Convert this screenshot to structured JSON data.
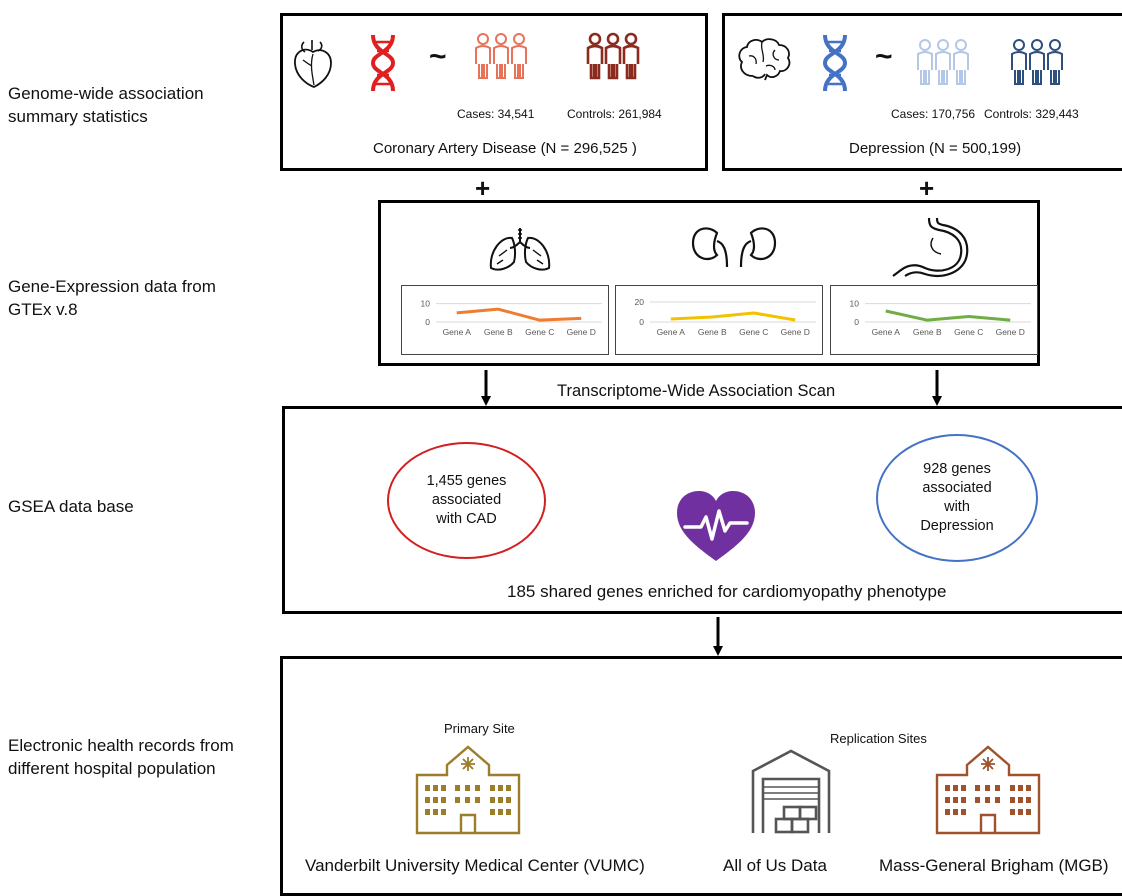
{
  "row_labels": {
    "gwas": "Genome-wide association\nsummary statistics",
    "expression": "Gene-Expression data from\nGTEx v.8",
    "gsea": "GSEA data base",
    "ehr": "Electronic health records from\ndifferent hospital population"
  },
  "cad": {
    "cases": "Cases: 34,541",
    "controls": "Controls: 261,984",
    "title": "Coronary Artery Disease (N = 296,525 )"
  },
  "depression": {
    "cases": "Cases: 170,756",
    "controls": "Controls: 329,443",
    "title": "Depression   (N = 500,199)"
  },
  "tilde": "~",
  "plus": "+",
  "scan_label": "Transcriptome-Wide Association Scan",
  "gsea": {
    "cad_genes": "1,455 genes\nassociated\nwith CAD",
    "dep_genes": "928 genes\nassociated\nwith\nDepression",
    "shared": "185 shared genes enriched for cardiomyopathy phenotype"
  },
  "ehr": {
    "primary_label": "Primary Site",
    "replication_label": "Replication Sites",
    "vumc": "Vanderbilt University  Medical Center (VUMC)",
    "aou": "All of Us Data",
    "mgb": "Mass-General Brigham (MGB)"
  },
  "chart_data": [
    {
      "type": "line",
      "categories": [
        "Gene A",
        "Gene B",
        "Gene C",
        "Gene D"
      ],
      "series": [
        {
          "values": [
            5,
            7,
            1,
            2
          ],
          "color": "#ed7d31"
        }
      ],
      "yticks": [
        0,
        10
      ],
      "ylim": [
        0,
        12
      ],
      "grid": true
    },
    {
      "type": "line",
      "categories": [
        "Gene A",
        "Gene B",
        "Gene C",
        "Gene D"
      ],
      "series": [
        {
          "values": [
            3,
            5,
            9,
            2
          ],
          "color": "#f2c200"
        }
      ],
      "yticks": [
        0,
        20
      ],
      "ylim": [
        0,
        22
      ],
      "grid": true
    },
    {
      "type": "line",
      "categories": [
        "Gene A",
        "Gene B",
        "Gene C",
        "Gene D"
      ],
      "series": [
        {
          "values": [
            6,
            1,
            3,
            1
          ],
          "color": "#70ad47"
        }
      ],
      "yticks": [
        0,
        10
      ],
      "ylim": [
        0,
        12
      ],
      "grid": true
    }
  ],
  "colors": {
    "cad_dna": "#e02020",
    "cad_cases": "#e8735a",
    "cad_controls": "#8b2b1f",
    "dep_dna": "#4472c4",
    "dep_cases": "#b4c7e7",
    "dep_controls": "#2f4f7f",
    "cad_ellipse": "#d02020",
    "dep_ellipse": "#4472c4",
    "heart": "#7030a0",
    "hospital_vumc": "#9c7d2a",
    "hospital_mgb": "#a0522d",
    "warehouse": "#555555"
  },
  "icons": {
    "heart_organ": "anatomical-heart-icon",
    "brain": "brain-icon",
    "dna": "dna-helix-icon",
    "people": "people-group-icon",
    "lungs": "lungs-icon",
    "kidneys": "kidneys-icon",
    "stomach": "stomach-icon",
    "heartbeat": "heartbeat-icon",
    "hospital": "hospital-icon",
    "warehouse": "warehouse-icon"
  }
}
